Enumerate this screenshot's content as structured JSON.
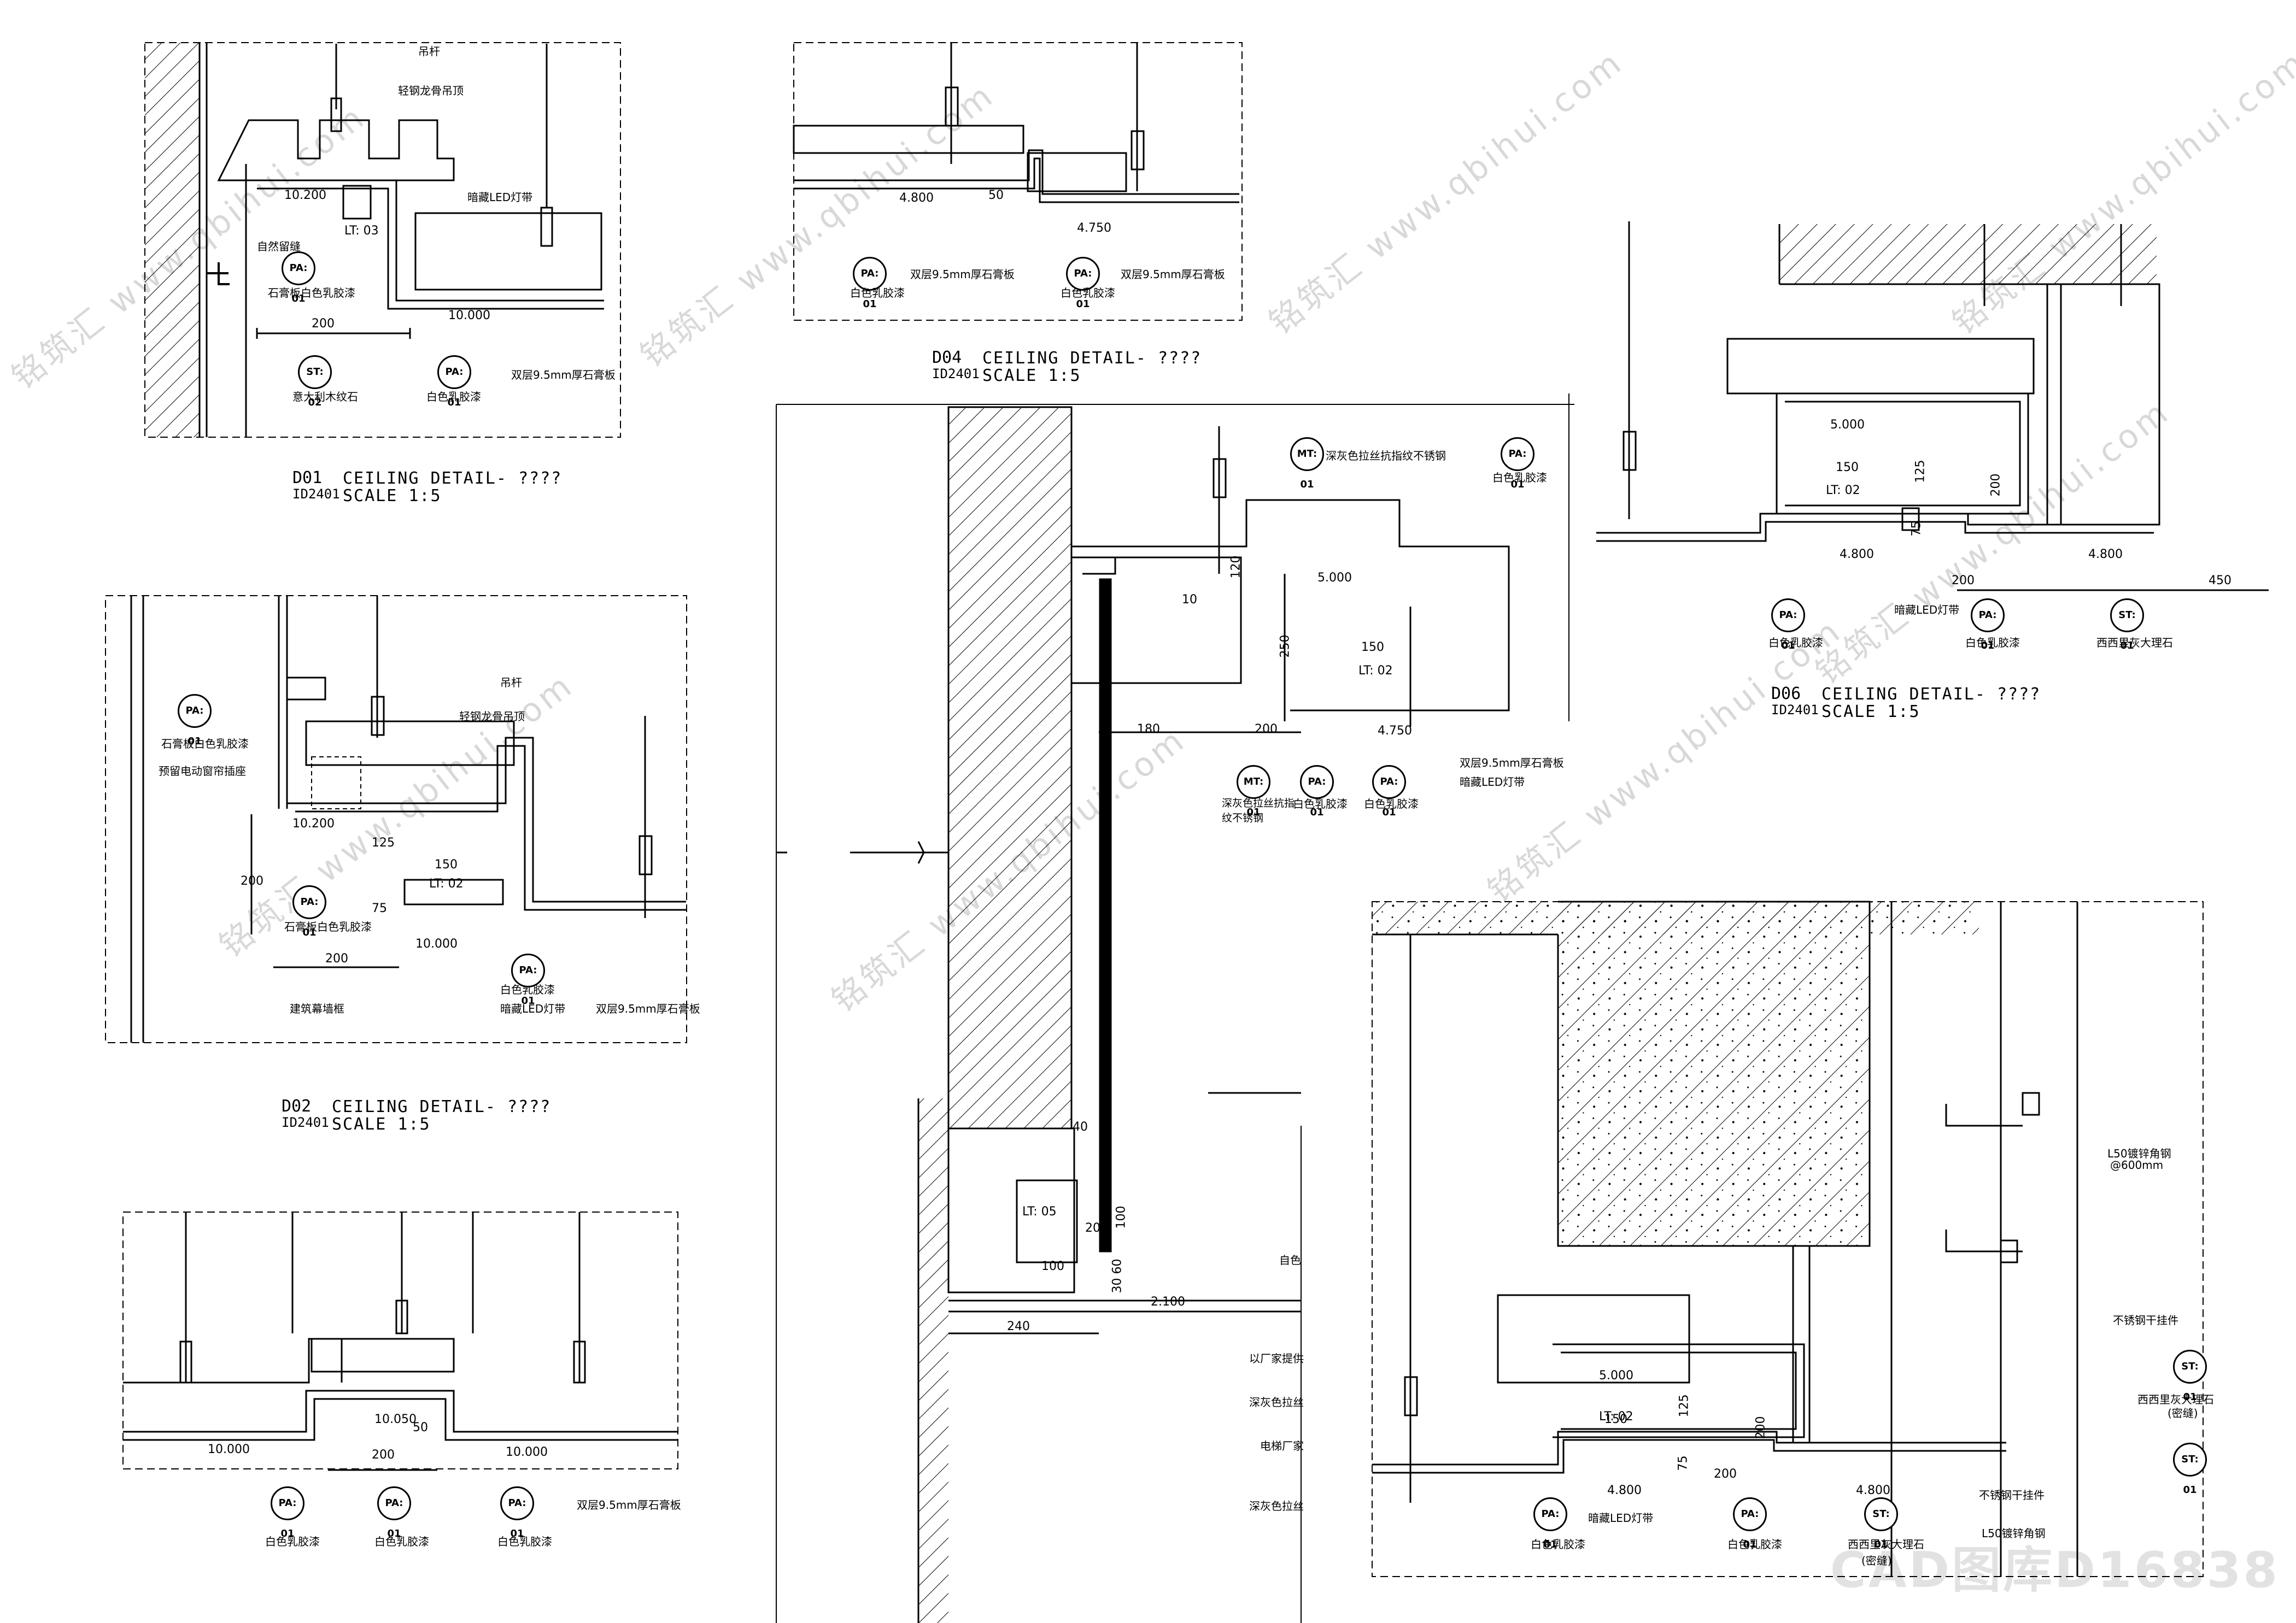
{
  "watermark": {
    "brand": "铭筑汇",
    "site": "www.qbihui.com",
    "code": "CAD图库D16838"
  },
  "details": {
    "d01": {
      "code": "D01",
      "sheet": "ID2401",
      "title": "CEILING   DETAIL- ????",
      "scale": "SCALE 1:5",
      "labels": [
        "吊杆",
        "轻钢龙骨吊顶",
        "暗藏LED灯带",
        "自然留缝",
        "石膏板白色乳胶漆",
        "意大利木纹石",
        "白色乳胶漆",
        "双层9.5mm厚石膏板"
      ],
      "tags": [
        "LT: 03",
        "PA: 01",
        "ST: 02",
        "PA: 01"
      ],
      "levels": [
        "10.200",
        "10.000"
      ],
      "dims": [
        "200"
      ]
    },
    "d02": {
      "code": "D02",
      "sheet": "ID2401",
      "title": "CEILING   DETAIL- ????",
      "scale": "SCALE 1:5",
      "labels": [
        "石膏板白色乳胶漆",
        "吊杆",
        "轻钢龙骨吊顶",
        "预留电动窗帘插座",
        "石膏板白色乳胶漆",
        "白色乳胶漆",
        "暗藏LED灯带",
        "双层9.5mm厚石膏板",
        "建筑幕墙框"
      ],
      "tags": [
        "PA: 01",
        "PA: 01",
        "LT: 02",
        "PA: 01"
      ],
      "levels": [
        "10.200",
        "10.000"
      ],
      "dims": [
        "200",
        "125",
        "150",
        "75",
        "200"
      ]
    },
    "d03": {
      "labels": [
        "白色乳胶漆",
        "白色乳胶漆",
        "白色乳胶漆",
        "双层9.5mm厚石膏板"
      ],
      "tags": [
        "PA: 01",
        "PA: 01",
        "PA: 01"
      ],
      "levels": [
        "10.000",
        "10.050",
        "10.000"
      ],
      "dims": [
        "200",
        "50"
      ]
    },
    "d04": {
      "code": "D04",
      "sheet": "ID2401",
      "title": "CEILING   DETAIL- ????",
      "scale": "SCALE 1:5",
      "labels": [
        "双层9.5mm厚石膏板",
        "白色乳胶漆",
        "双层9.5mm厚石膏板",
        "白色乳胶漆"
      ],
      "tags": [
        "PA: 01",
        "PA: 01"
      ],
      "levels": [
        "4.800",
        "4.750"
      ],
      "dims": [
        "50"
      ]
    },
    "d05": {
      "labels": [
        "深灰色拉丝抗指纹不锈钢",
        "白色乳胶漆",
        "深灰色拉丝抗指纹不锈钢",
        "白色乳胶漆",
        "白色乳胶漆",
        "双层9.5mm厚石膏板",
        "暗藏LED灯带",
        "自色",
        "以厂家提供",
        "深灰色拉丝",
        "电梯厂家",
        "深灰色拉丝"
      ],
      "tags": [
        "MT: 01",
        "PA: 01",
        "MT: 01",
        "PA: 01",
        "PA: 01",
        "LT: 02",
        "LT: 05"
      ],
      "levels": [
        "5.000",
        "4.750",
        "2.100"
      ],
      "dims": [
        "120",
        "10",
        "250",
        "150",
        "180",
        "200",
        "40",
        "100",
        "20",
        "100",
        "60",
        "30",
        "240"
      ]
    },
    "d06": {
      "code": "D06",
      "sheet": "ID2401",
      "title": "CEILING   DETAIL- ????",
      "scale": "SCALE 1:5",
      "labels": [
        "暗藏LED灯带",
        "白色乳胶漆",
        "白色乳胶漆",
        "西西里灰大理石"
      ],
      "tags": [
        "PA: 01",
        "PA: 01",
        "ST: 01",
        "LT: 02"
      ],
      "levels": [
        "5.000",
        "4.800",
        "4.800"
      ],
      "dims": [
        "125",
        "150",
        "75",
        "200",
        "200",
        "450"
      ]
    },
    "d07": {
      "labels": [
        "L50镀锌角钢",
        "@600mm",
        "不锈钢干挂件",
        "西西里灰大理石",
        "(密缝)",
        "白色乳胶漆",
        "暗藏LED灯带",
        "白色乳胶漆",
        "西西里灰大理石",
        "(密缝)",
        "L50镀锌角钢",
        "不锈钢干挂件"
      ],
      "tags": [
        "ST: 01",
        "ST: 01",
        "PA: 01",
        "PA: 01",
        "ST: 01",
        "LT: 02"
      ],
      "levels": [
        "5.000",
        "4.800",
        "4.800"
      ],
      "dims": [
        "150",
        "125",
        "75",
        "200",
        "200"
      ]
    }
  }
}
